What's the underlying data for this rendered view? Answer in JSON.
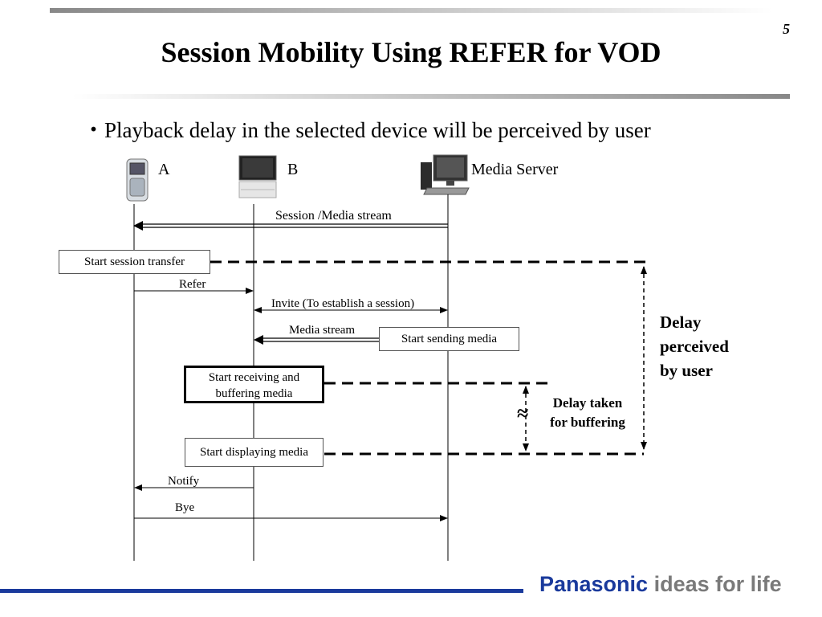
{
  "slide": {
    "page_number": "5",
    "title": "Session Mobility Using REFER for VOD",
    "bullet_marker": "・",
    "bullet": "Playback delay in the selected device will be perceived by user"
  },
  "actors": {
    "a": {
      "label": "A",
      "icon": "mobile-phone-icon"
    },
    "b": {
      "label": "B",
      "icon": "tv-icon"
    },
    "server": {
      "label": "Media Server",
      "icon": "desktop-computer-icon"
    }
  },
  "messages": {
    "session_media": "Session /Media stream",
    "refer": "Refer",
    "invite": "Invite (To establish a session)",
    "media_stream": "Media stream",
    "notify": "Notify",
    "bye": "Bye"
  },
  "boxes": {
    "start_transfer": "Start session transfer",
    "start_sending": "Start sending media",
    "start_receiving_1": "Start receiving and",
    "start_receiving_2": "buffering media",
    "start_displaying": "Start displaying media"
  },
  "annotations": {
    "delay_user_1": "Delay",
    "delay_user_2": "perceived",
    "delay_user_3": "by user",
    "delay_buffer_1": "Delay taken",
    "delay_buffer_2": "for buffering",
    "approx_symbol": "≈"
  },
  "footer": {
    "brand": "Panasonic",
    "tagline": "ideas for life",
    "brand_color": "#1a3a9c",
    "tagline_color": "#7a7a7a"
  }
}
